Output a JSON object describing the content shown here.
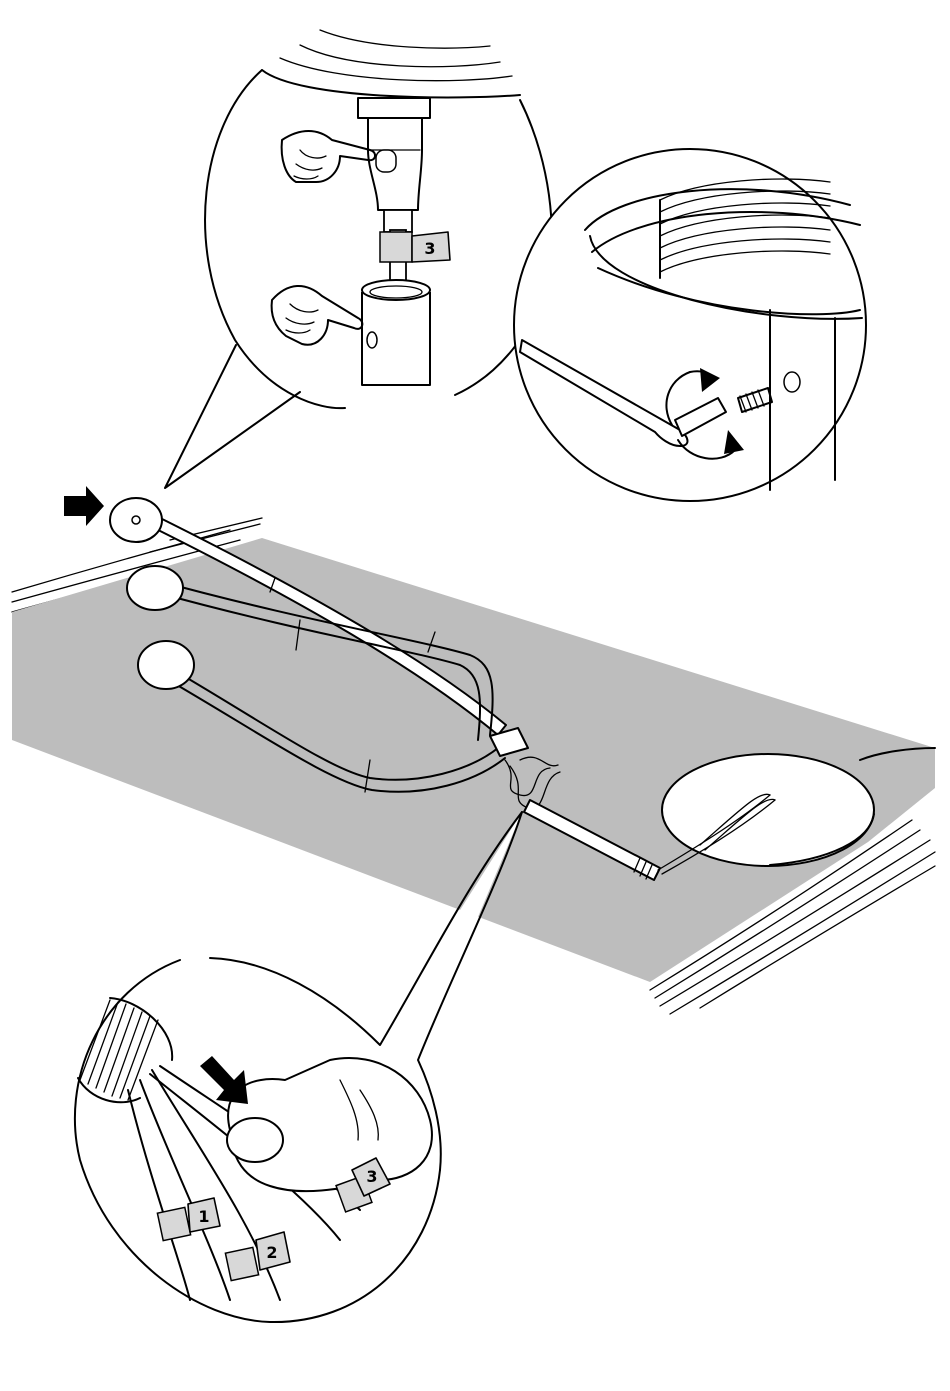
{
  "labels": {
    "top_tag": "3",
    "bottom_tags": [
      "1",
      "2",
      "3"
    ]
  },
  "colors": {
    "rug": "#bdbdbd",
    "line": "#000000",
    "tag": "#d8d8d8",
    "background": "#ffffff"
  },
  "icons": [
    "arrow-icon",
    "rotate-arrow-icon",
    "pointing-hand-icon"
  ]
}
